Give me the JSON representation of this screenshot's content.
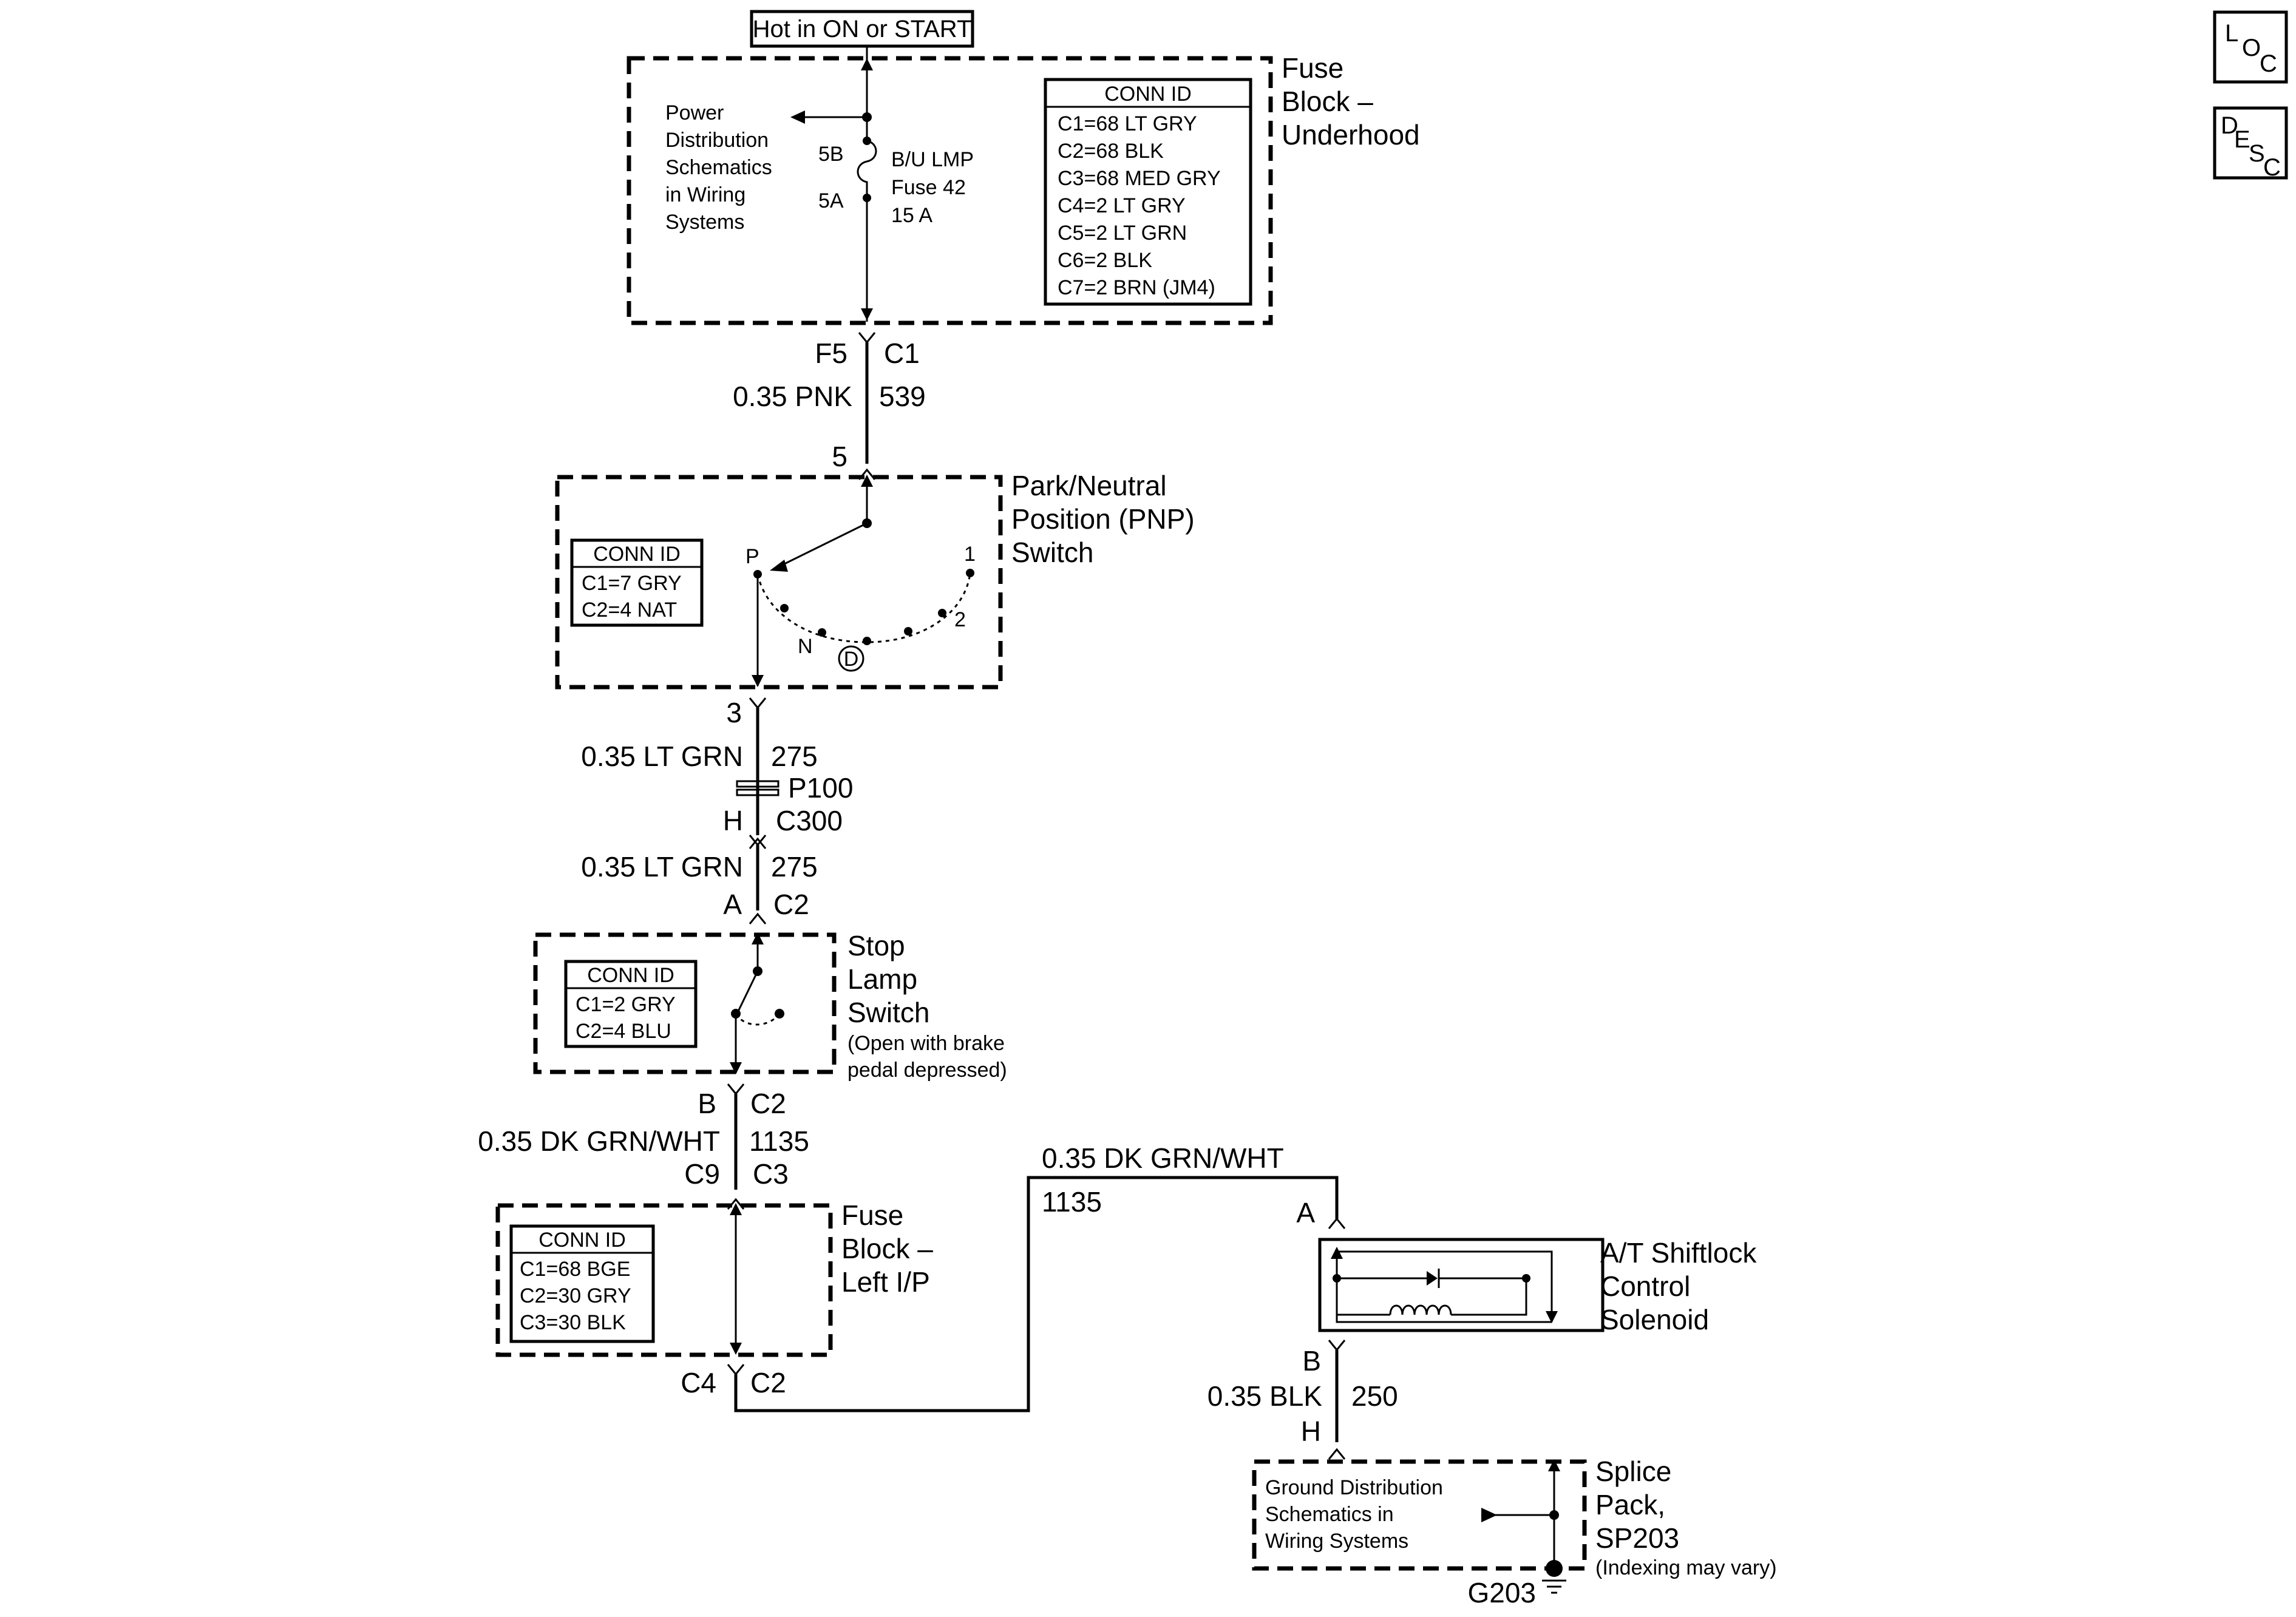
{
  "top_label": "Hot in ON or START",
  "corner_icons": {
    "loc": [
      "L",
      "O",
      "C"
    ],
    "desc": [
      "D",
      "E",
      "S",
      "C"
    ]
  },
  "fuse_underhood": {
    "title": [
      "Fuse",
      "Block –",
      "Underhood"
    ],
    "power_ref": [
      "Power",
      "Distribution",
      "Schematics",
      "in Wiring",
      "Systems"
    ],
    "terminal_top": "5B",
    "terminal_bottom": "5A",
    "fuse_label": [
      "B/U LMP",
      "Fuse 42",
      "15 A"
    ],
    "conn_header": "CONN ID",
    "conn_rows": [
      "C1=68 LT GRY",
      "C2=68 BLK",
      "C3=68 MED GRY",
      "C4=2 LT GRY",
      "C5=2 LT GRN",
      "C6=2 BLK",
      "C7=2 BRN (JM4)"
    ]
  },
  "wire1": {
    "pin_left": "F5",
    "pin_right": "C1",
    "gauge": "0.35 PNK",
    "circuit": "539",
    "dest_pin": "5"
  },
  "pnp_switch": {
    "title": [
      "Park/Neutral",
      "Position (PNP)",
      "Switch"
    ],
    "conn_header": "CONN ID",
    "conn_rows": [
      "C1=7 GRY",
      "C2=4 NAT"
    ],
    "pos_p": "P",
    "pos_n": "N",
    "pos_d": "D",
    "pos_1": "1",
    "pos_2": "2"
  },
  "wire2": {
    "pin": "3",
    "gauge": "0.35 LT GRN",
    "circuit": "275",
    "splice": "P100",
    "pin_h": "H",
    "conn": "C300"
  },
  "wire3": {
    "gauge": "0.35 LT GRN",
    "circuit": "275",
    "pin": "A",
    "conn": "C2"
  },
  "stop_lamp": {
    "title": [
      "Stop",
      "Lamp",
      "Switch"
    ],
    "note": [
      "(Open with brake",
      "pedal depressed)"
    ],
    "conn_header": "CONN ID",
    "conn_rows": [
      "C1=2 GRY",
      "C2=4 BLU"
    ]
  },
  "wire4": {
    "pin_left": "B",
    "conn_right": "C2",
    "gauge": "0.35 DK GRN/WHT",
    "circuit": "1135",
    "c9": "C9",
    "c3": "C3"
  },
  "fuse_left": {
    "title": [
      "Fuse",
      "Block –",
      "Left I/P"
    ],
    "conn_header": "CONN ID",
    "conn_rows": [
      "C1=68 BGE",
      "C2=30 GRY",
      "C3=30 BLK"
    ],
    "pin_left": "C4",
    "pin_right": "C2"
  },
  "wire5": {
    "gauge": "0.35 DK GRN/WHT",
    "circuit": "1135",
    "pin": "A"
  },
  "solenoid": {
    "title": [
      "A/T Shiftlock",
      "Control",
      "Solenoid"
    ]
  },
  "wire6": {
    "pin_b": "B",
    "gauge": "0.35 BLK",
    "circuit": "250",
    "pin_h": "H"
  },
  "splice_pack": {
    "title": [
      "Splice",
      "Pack,",
      "SP203"
    ],
    "note": "(Indexing may vary)",
    "ground_ref": [
      "Ground Distribution",
      "Schematics in",
      "Wiring Systems"
    ],
    "ground": "G203"
  }
}
